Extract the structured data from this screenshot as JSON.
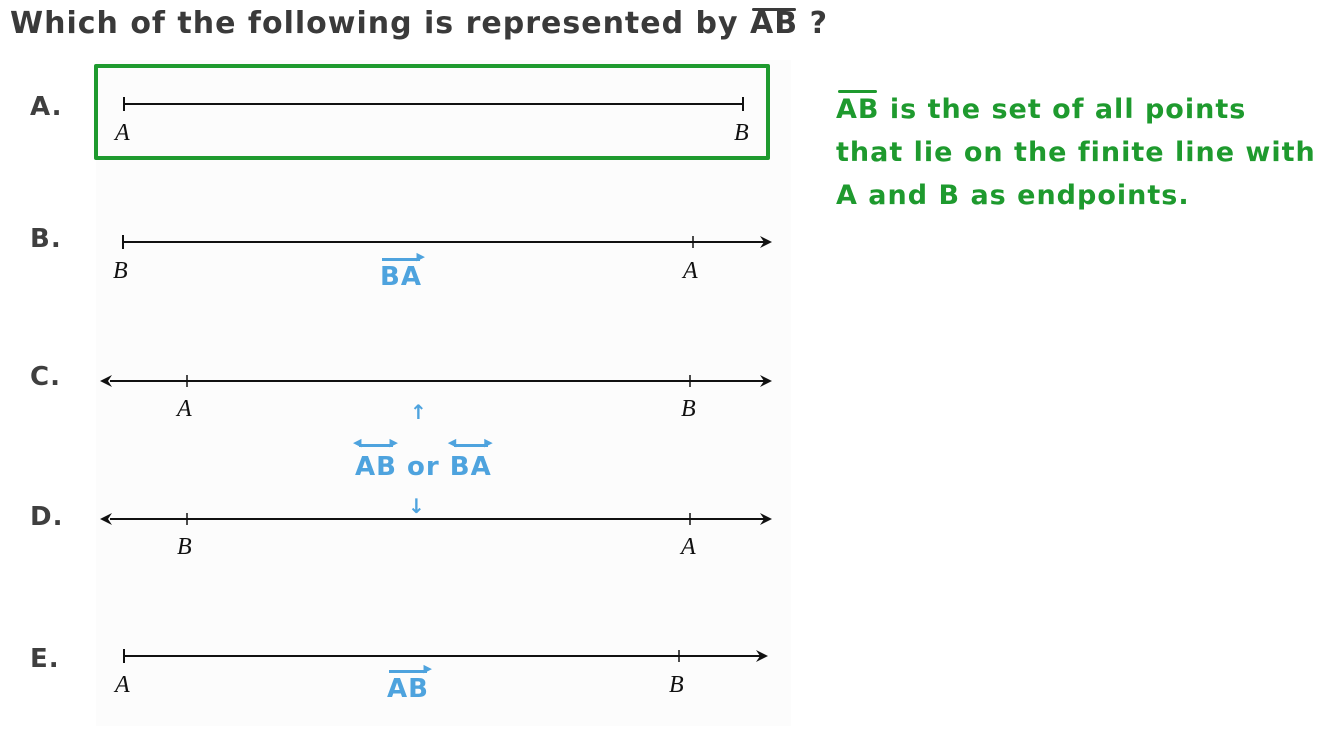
{
  "question": {
    "prefix": "Which of the following is represented by",
    "symbol": "AB",
    "suffix": "?"
  },
  "options": [
    {
      "label": "A.",
      "left_point": "A",
      "right_point": "B",
      "type": "segment",
      "highlighted": true
    },
    {
      "label": "B.",
      "left_point": "B",
      "right_point": "A",
      "type": "ray",
      "annotation": "BA"
    },
    {
      "label": "C.",
      "left_point": "A",
      "right_point": "B",
      "type": "line"
    },
    {
      "label": "D.",
      "left_point": "B",
      "right_point": "A",
      "type": "line"
    },
    {
      "label": "E.",
      "left_point": "A",
      "right_point": "B",
      "type": "ray",
      "annotation": "AB"
    }
  ],
  "line_annotation": {
    "first": "AB",
    "joiner": "or",
    "second": "BA"
  },
  "explanation": {
    "symbol": "AB",
    "text": "is the set of all points that lie on the finite line with A and B as endpoints."
  },
  "colors": {
    "answer_green": "#1e9a2e",
    "annotation_blue": "#4ea3de",
    "text_dark": "#3a3a3a"
  }
}
